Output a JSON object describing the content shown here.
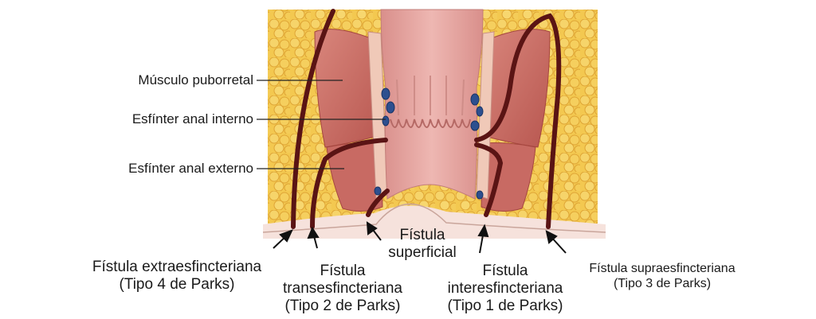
{
  "structure_labels": {
    "puborrectal": "Músculo puborretal",
    "internal_sphincter": "Esfínter anal interno",
    "external_sphincter": "Esfínter anal externo"
  },
  "fistula_labels": {
    "extra": {
      "line1": "Fístula extraesfincteriana",
      "line2": "(Tipo 4 de Parks)"
    },
    "trans": {
      "line1": "Fístula",
      "line2": "transesfincteriana",
      "line3": "(Tipo 2 de Parks)"
    },
    "superficial": {
      "line1": "Fístula",
      "line2": "superficial"
    },
    "inter": {
      "line1": "Fístula",
      "line2": "interesfincteriana",
      "line3": "(Tipo 1 de Parks)"
    },
    "supra": {
      "line1": "Fístula supraesfincteriana",
      "line2": "(Tipo 3 de Parks)"
    }
  },
  "colors": {
    "fat": "#f2c24a",
    "fat_dark": "#e0a52d",
    "muscle": "#c86a63",
    "muscle_light": "#dd9a8c",
    "mucosa": "#e8a7a3",
    "fistula": "#5a1414",
    "vessel": "#2d4f8f",
    "skin": "#f6e2dc"
  }
}
